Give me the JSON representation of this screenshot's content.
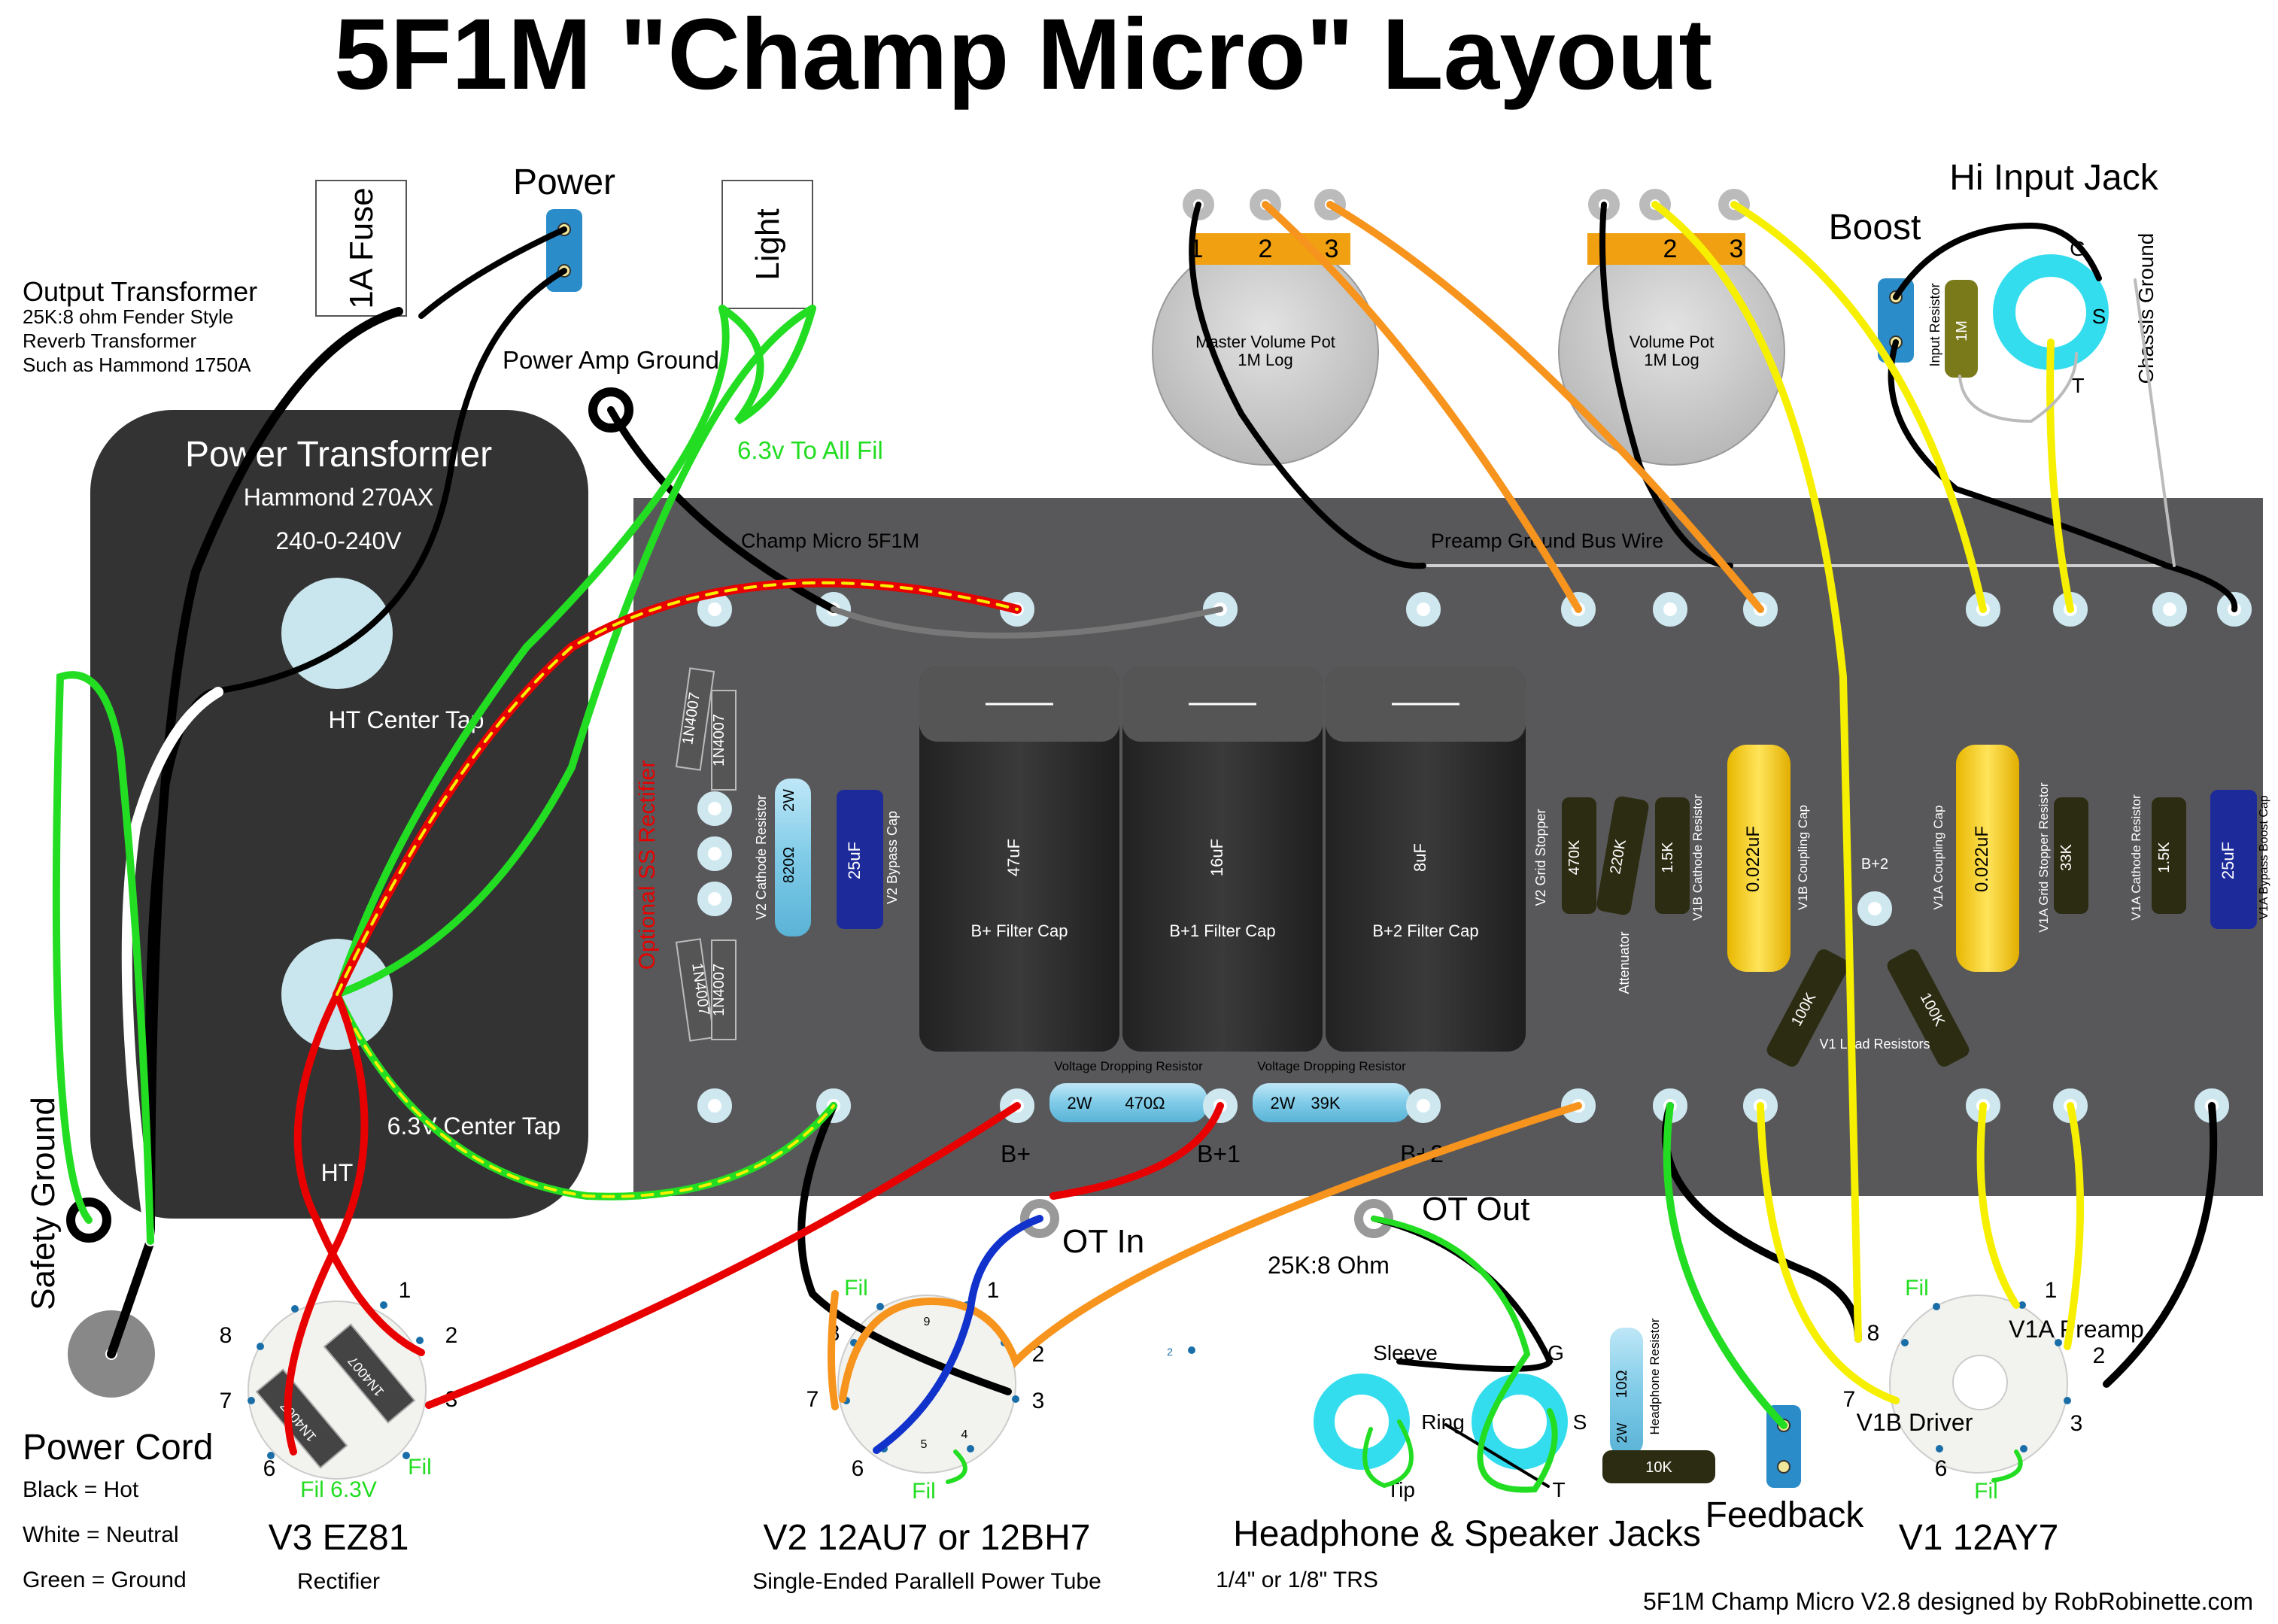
{
  "title": "5F1M \"Champ Micro\" Layout",
  "credit": "5F1M Champ Micro V2.8 designed by RobRobinette.com",
  "board": {
    "name": "Champ Micro 5F1M",
    "preamp_bus": "Preamp Ground Bus Wire",
    "optional_ss": "Optional SS Rectifier",
    "diode": "1N4007",
    "bplus": "B+",
    "bplus1": "B+1",
    "bplus2": "B+2",
    "bplus2_small": "B+2"
  },
  "fuse": "1A Fuse",
  "power_switch": "Power",
  "light": "Light",
  "power_amp_ground": "Power Amp Ground",
  "fil_all": "6.3v To All Fil",
  "output_transformer": {
    "title": "Output Transformer",
    "line1": "25K:8 ohm Fender Style",
    "line2": "Reverb Transformer",
    "line3": "Such as Hammond 1750A"
  },
  "power_transformer": {
    "title": "Power Transformer",
    "model": "Hammond 270AX",
    "voltage": "240-0-240V",
    "ht_ct": "HT Center Tap",
    "fil_ct": "6.3V Center Tap",
    "ht": "HT"
  },
  "safety_ground": "Safety Ground",
  "power_cord": {
    "title": "Power Cord",
    "black": "Black = Hot",
    "white": "White = Neutral",
    "green": "Green = Ground"
  },
  "pots": {
    "master_name": "Master Volume Pot",
    "master_taper": "1M Log",
    "volume_name": "Volume Pot",
    "volume_taper": "1M Log",
    "lug1": "1",
    "lug2": "2",
    "lug3": "3"
  },
  "input": {
    "title": "Hi Input Jack",
    "boost": "Boost",
    "input_resistor": "Input Resistor",
    "input_resistor_value": "1M",
    "chassis_ground": "Chassis Ground",
    "g": "G",
    "s": "S",
    "t": "T"
  },
  "caps": {
    "c47_value": "47uF",
    "c47_label": "B+ Filter Cap",
    "c16_value": "16uF",
    "c16_label": "B+1 Filter Cap",
    "c8_value": "8uF",
    "c8_label": "B+2 Filter Cap",
    "v2_bypass_value": "25uF",
    "v2_bypass_label": "V2 Bypass Cap",
    "v1b_coupling_value": "0.022uF",
    "v1b_coupling_label": "V1B Coupling Cap",
    "v1a_coupling_value": "0.022uF",
    "v1a_coupling_label": "V1A Coupling Cap",
    "v1a_bypass_value": "25uF",
    "v1a_bypass_label": "V1A Bypass Boost Cap"
  },
  "resistors": {
    "v2_cathode_label": "V2 Cathode Resistor",
    "v2_cathode_value": "820Ω",
    "v2_cathode_watt": "2W",
    "dropping_label": "Voltage Dropping Resistor",
    "r1_value": "470Ω",
    "r2_value": "39K",
    "watt": "2W",
    "grid_stopper_label": "V2 Grid Stopper",
    "grid_stopper_value": "470K",
    "attenuator_label": "Attenuator",
    "attenuator_value": "220K",
    "v1b_cathode_label": "V1B Cathode Resistor",
    "v1b_cathode_value": "1.5K",
    "v1a_grid_label": "V1A Grid Stopper Resistor",
    "v1a_grid_value": "33K",
    "v1a_cathode_label": "V1A Cathode Resistor",
    "v1a_cathode_value": "1.5K",
    "load_label": "V1 Load Resistors",
    "load_value": "100K",
    "headphone_label": "Headphone Resistor",
    "headphone_value": "10Ω",
    "headphone_watt": "2W",
    "feedback_value": "10K"
  },
  "ot_in": "OT In",
  "ot_out": "OT Out",
  "ot_ratio": "25K:8 Ohm",
  "tubes": {
    "v3_name": "V3 EZ81",
    "v3_sub": "Rectifier",
    "v3_fil_label": "Fil 6.3V",
    "v2_name": "V2  12AU7 or 12BH7",
    "v2_sub": "Single-Ended Parallell Power Tube",
    "v1_name": "V1  12AY7",
    "v1a": "V1A Preamp",
    "v1b": "V1B Driver",
    "fil": "Fil",
    "p1": "1",
    "p2": "2",
    "p3": "3",
    "p4": "4",
    "p5": "5",
    "p6": "6",
    "p7": "7",
    "p8": "8",
    "p9": "9",
    "stray": "2"
  },
  "jacks": {
    "title": "Headphone & Speaker Jacks",
    "sub": "1/4\" or 1/8\" TRS",
    "sleeve": "Sleeve",
    "ring": "Ring",
    "tip": "Tip",
    "g": "G",
    "s": "S",
    "t": "T"
  },
  "feedback": "Feedback",
  "colors": {
    "board": "#58585a",
    "transformer": "#333333",
    "red": "#e80000",
    "green": "#22dd22",
    "yellow": "#f6f000",
    "orange": "#f7941d",
    "blue": "#1133cc",
    "cyan": "#33ddee",
    "eyelet": "#cfe8f0",
    "cap_yellow": "#f9d330",
    "cap_blue": "#1d2a9a"
  }
}
